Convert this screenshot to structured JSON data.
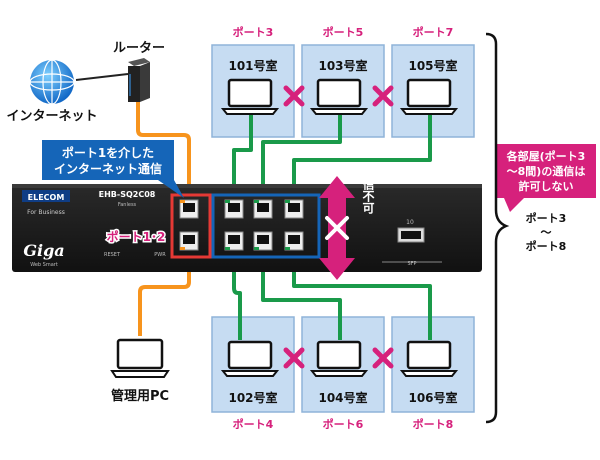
{
  "router_label": "ルーター",
  "internet_label": "インターネット",
  "admin_pc_label": "管理用PC",
  "callout_port1": {
    "line1": "ポート1を介した",
    "line2": "インターネット通信"
  },
  "port12_label": "ポート1･2",
  "switch": {
    "brand": "ELECOM",
    "brand_sub": "For Business",
    "model": "EHB-SQ2C08",
    "model_sub": "Fanless",
    "logo": "Giga",
    "logo_sub": "Web Smart",
    "reset_label": "RESET",
    "pwr_label": "PWR",
    "sfp_label": "SFP",
    "port_10_label": "10"
  },
  "rooms_top": [
    {
      "room": "101号室",
      "port": "ポート3"
    },
    {
      "room": "103号室",
      "port": "ポート5"
    },
    {
      "room": "105号室",
      "port": "ポート7"
    }
  ],
  "rooms_bottom": [
    {
      "room": "102号室",
      "port": "ポート4"
    },
    {
      "room": "104号室",
      "port": "ポート6"
    },
    {
      "room": "106号室",
      "port": "ポート8"
    }
  ],
  "no_comm_label": "通信不可",
  "callout_rooms": {
    "line1": "各部屋(ポート3",
    "line2": "～8間)の通信は",
    "line3": "許可しない"
  },
  "port_range": {
    "line1": "ポート3",
    "line2": "～",
    "line3": "ポート8"
  },
  "colors": {
    "orange": "#f7941d",
    "green": "#1a9a4a",
    "blue": "#1565b8",
    "pink": "#d6217c",
    "room_bg": "#c6dcf2",
    "room_border": "#8fb3d9"
  }
}
